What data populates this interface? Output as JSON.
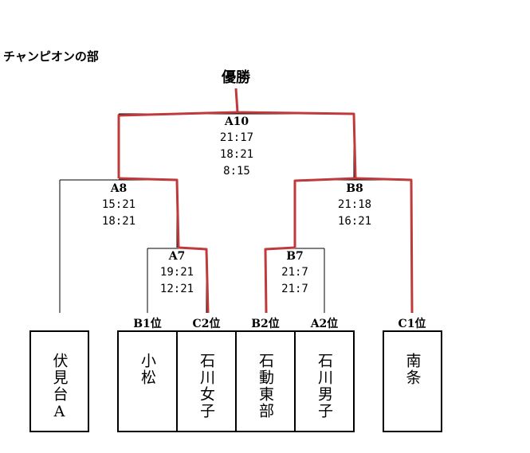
{
  "section_title": "チャンピオンの部",
  "champion_label": "優勝",
  "matches": {
    "A10": {
      "id": "A10",
      "scores": [
        "21:17",
        "18:21",
        "8:15"
      ]
    },
    "A8": {
      "id": "A8",
      "scores": [
        "15:21",
        "18:21"
      ]
    },
    "B8": {
      "id": "B8",
      "scores": [
        "21:18",
        "16:21"
      ]
    },
    "A7": {
      "id": "A7",
      "scores": [
        "19:21",
        "12:21"
      ]
    },
    "B7": {
      "id": "B7",
      "scores": [
        "21:7",
        "21:7"
      ]
    }
  },
  "seeds": [
    "B1位",
    "C2位",
    "B2位",
    "A2位",
    "C1位"
  ],
  "teams": [
    "伏見台A",
    "小松",
    "石川女子",
    "石動東部",
    "石川男子",
    "南条"
  ],
  "colors": {
    "line": "#000000",
    "winner_path": "#c0393b"
  }
}
